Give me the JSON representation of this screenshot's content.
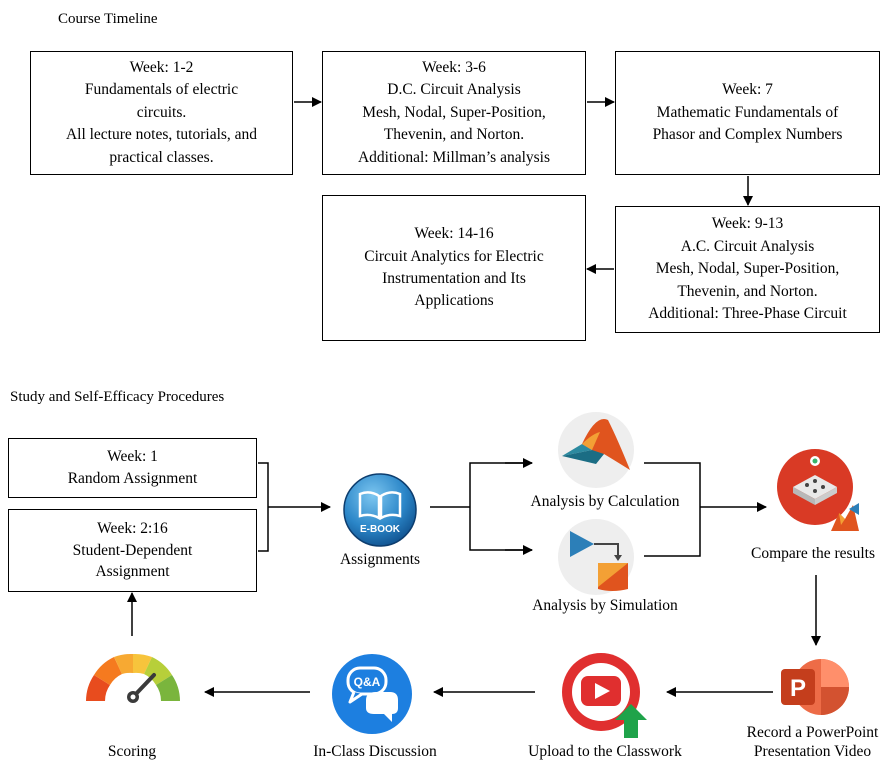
{
  "timeline": {
    "heading": "Course Timeline",
    "boxes": [
      {
        "lines": [
          "Week: 1-2",
          "Fundamentals of electric",
          "circuits.",
          "All lecture notes, tutorials, and",
          "practical classes."
        ]
      },
      {
        "lines": [
          "Week: 3-6",
          "D.C. Circuit Analysis",
          "Mesh, Nodal, Super-Position,",
          "Thevenin, and Norton.",
          "Additional: Millman’s analysis"
        ]
      },
      {
        "lines": [
          "Week: 7",
          "Mathematic Fundamentals of",
          "Phasor and Complex Numbers"
        ]
      },
      {
        "lines": [
          "Week: 9-13",
          "A.C. Circuit Analysis",
          "Mesh, Nodal, Super-Position,",
          "Thevenin, and Norton.",
          "Additional: Three-Phase Circuit"
        ]
      },
      {
        "lines": [
          "Week: 14-16",
          "Circuit Analytics for Electric",
          "Instrumentation and Its",
          "Applications"
        ]
      }
    ]
  },
  "procedures": {
    "heading": "Study and Self-Efficacy Procedures",
    "boxes": [
      {
        "lines": [
          "Week: 1",
          "Random Assignment"
        ]
      },
      {
        "lines": [
          "Week: 2:16",
          "Student-Dependent",
          "Assignment"
        ]
      }
    ],
    "labels": {
      "assignments": "Assignments",
      "calculation": "Analysis by Calculation",
      "simulation": "Analysis by Simulation",
      "compare": "Compare the results",
      "record": "Record a PowerPoint Presentation Video",
      "upload": "Upload to the Classwork",
      "discussion": "In-Class Discussion",
      "scoring": "Scoring"
    },
    "icon_text": {
      "ebook": "E-BOOK",
      "qa": "Q&A",
      "powerpoint": "P"
    },
    "icons": [
      "ebook-icon",
      "matlab-icon",
      "simulink-icon",
      "compare-app-icon",
      "powerpoint-icon",
      "youtube-upload-icon",
      "qa-chat-icon",
      "gauge-icon"
    ]
  }
}
